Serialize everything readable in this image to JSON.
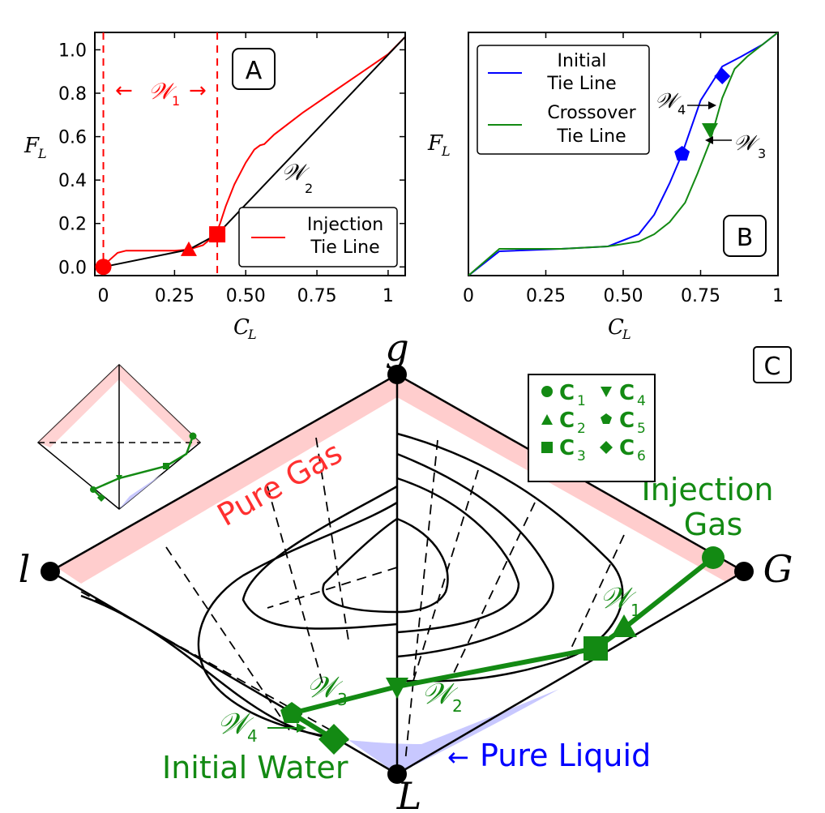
{
  "colors": {
    "red": "#ff0000",
    "blue": "#0000ff",
    "green": "#138a13",
    "pure_gas_band": "#ffc8c8",
    "pure_liquid_fill": "#c8c8ff",
    "black": "#000000"
  },
  "chart_data": [
    {
      "panel": "A",
      "type": "line",
      "panel_label": "A",
      "xlabel": "C",
      "xlabel_sub": "L",
      "ylabel": "F",
      "ylabel_sub": "L",
      "xlim": [
        -0.03,
        1.06
      ],
      "ylim": [
        -0.04,
        1.08
      ],
      "xticks": [
        0,
        0.25,
        0.5,
        0.75,
        1
      ],
      "xtick_labels": [
        "0",
        "0.25",
        "0.50",
        "0.75",
        "1"
      ],
      "yticks": [
        0,
        0.2,
        0.4,
        0.6,
        0.8,
        1.0
      ],
      "ytick_labels": [
        "0.0",
        "0.2",
        "0.4",
        "0.6",
        "0.8",
        "1.0"
      ],
      "grid": false,
      "legend": {
        "placement": "lower-right",
        "entries": [
          {
            "label_lines": [
              "Injection",
              "Tie Line"
            ],
            "color": "#ff0000"
          }
        ]
      },
      "series": [
        {
          "name": "Injection Tie Line",
          "color": "#ff0000",
          "x": [
            0,
            0.02,
            0.05,
            0.08,
            0.15,
            0.25,
            0.3,
            0.35,
            0.395,
            0.41,
            0.43,
            0.46,
            0.5,
            0.53,
            0.55,
            0.565,
            0.6,
            0.7,
            0.8,
            0.9,
            1.0,
            1.06
          ],
          "y": [
            0,
            0.03,
            0.065,
            0.075,
            0.075,
            0.075,
            0.08,
            0.1,
            0.15,
            0.2,
            0.28,
            0.38,
            0.48,
            0.54,
            0.56,
            0.565,
            0.61,
            0.71,
            0.8,
            0.89,
            0.98,
            1.06
          ]
        },
        {
          "name": "W2",
          "color": "#000000",
          "x": [
            0,
            0.3,
            0.4,
            1.06
          ],
          "y": [
            0,
            0.08,
            0.15,
            1.06
          ]
        }
      ],
      "vertical_lines": [
        {
          "x": 0,
          "color": "#ff0000",
          "style": "dashed"
        },
        {
          "x": 0.4,
          "color": "#ff0000",
          "style": "dashed"
        }
      ],
      "markers": [
        {
          "shape": "circle",
          "x": 0,
          "y": 0,
          "color": "#ff0000"
        },
        {
          "shape": "triangle",
          "x": 0.3,
          "y": 0.08,
          "color": "#ff0000"
        },
        {
          "shape": "square",
          "x": 0.4,
          "y": 0.15,
          "color": "#ff0000"
        }
      ],
      "annotations": [
        {
          "text": "←",
          "color": "#ff0000"
        },
        {
          "text": "𝒲",
          "sub": "1",
          "color": "#ff0000"
        },
        {
          "text": "→",
          "color": "#ff0000"
        },
        {
          "text": "𝒲",
          "sub": "2",
          "color": "#000000"
        }
      ]
    },
    {
      "panel": "B",
      "type": "line",
      "panel_label": "B",
      "xlabel": "C",
      "xlabel_sub": "L",
      "ylabel": "F",
      "ylabel_sub": "L",
      "xlim": [
        0,
        1
      ],
      "ylim": [
        0,
        1
      ],
      "xticks": [
        0,
        0.25,
        0.5,
        0.75,
        1
      ],
      "xtick_labels": [
        "0",
        "0.25",
        "0.50",
        "0.75",
        "1"
      ],
      "grid": false,
      "legend": {
        "placement": "upper-left",
        "entries": [
          {
            "label_lines": [
              "Initial",
              "Tie Line"
            ],
            "color": "#0000ff"
          },
          {
            "label_lines": [
              "Crossover",
              "Tie Line"
            ],
            "color": "#138a13"
          }
        ]
      },
      "series": [
        {
          "name": "Initial Tie Line",
          "color": "#0000ff",
          "x": [
            0,
            0.1,
            0.3,
            0.45,
            0.55,
            0.6,
            0.65,
            0.69,
            0.75,
            0.8,
            0.82,
            0.88,
            0.95,
            1.0
          ],
          "y": [
            0,
            0.1,
            0.11,
            0.12,
            0.17,
            0.25,
            0.38,
            0.5,
            0.72,
            0.82,
            0.86,
            0.9,
            0.95,
            1.0
          ]
        },
        {
          "name": "Crossover Tie Line",
          "color": "#138a13",
          "x": [
            0,
            0.1,
            0.3,
            0.45,
            0.55,
            0.6,
            0.65,
            0.7,
            0.74,
            0.78,
            0.82,
            0.86,
            0.9,
            0.95,
            1.0
          ],
          "y": [
            0,
            0.11,
            0.11,
            0.12,
            0.14,
            0.17,
            0.22,
            0.3,
            0.42,
            0.55,
            0.73,
            0.85,
            0.9,
            0.95,
            1.0
          ]
        }
      ],
      "markers": [
        {
          "shape": "pentagon",
          "x": 0.69,
          "y": 0.5,
          "color": "#0000ff"
        },
        {
          "shape": "diamond",
          "x": 0.82,
          "y": 0.82,
          "color": "#0000ff"
        },
        {
          "shape": "triangle-down",
          "x": 0.78,
          "y": 0.6,
          "color": "#138a13"
        }
      ],
      "annotations": [
        {
          "text": "𝒲",
          "sub": "4",
          "color": "#000000"
        },
        {
          "text": "𝒲",
          "sub": "3",
          "color": "#000000"
        }
      ]
    },
    {
      "panel": "C",
      "type": "diagram",
      "panel_label": "C",
      "vertices": [
        "g",
        "l",
        "G",
        "L"
      ],
      "region_labels": [
        "Pure Gas",
        "Pure Liquid"
      ],
      "path_labels": [
        "Injection",
        "Gas",
        "Initial Water"
      ],
      "path_annotations": [
        {
          "text": "𝒲",
          "sub": "1",
          "color": "#138a13"
        },
        {
          "text": "𝒲",
          "sub": "2",
          "color": "#138a13"
        },
        {
          "text": "𝒲",
          "sub": "3",
          "color": "#138a13"
        },
        {
          "text": "𝒲",
          "sub": "4",
          "color": "#138a13"
        }
      ],
      "pure_liquid_arrow": "←",
      "legend": {
        "placement": "top-right",
        "entries": [
          {
            "shape": "circle",
            "label": "C",
            "sub": "1"
          },
          {
            "shape": "triangle-down",
            "label": "C",
            "sub": "4"
          },
          {
            "shape": "triangle",
            "label": "C",
            "sub": "2"
          },
          {
            "shape": "pentagon",
            "label": "C",
            "sub": "5"
          },
          {
            "shape": "square",
            "label": "C",
            "sub": "3"
          },
          {
            "shape": "diamond",
            "label": "C",
            "sub": "6"
          }
        ]
      },
      "composition_path": [
        {
          "point": "C1"
        },
        {
          "point": "C2"
        },
        {
          "point": "C3"
        },
        {
          "point": "C4"
        },
        {
          "point": "C5"
        },
        {
          "point": "C6"
        }
      ]
    }
  ]
}
